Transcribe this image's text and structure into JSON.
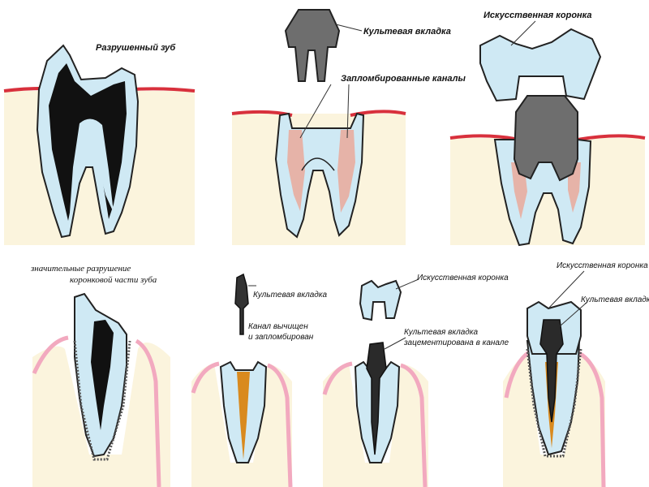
{
  "labels": {
    "destroyed_tooth": "Разрушенный зуб",
    "post_core_top": "Культевая вкладка",
    "filled_canals": "Запломбированные каналы",
    "crown_top": "Искусственная коронка",
    "major_damage_line1": "значительные разрушение",
    "major_damage_line2": "коронковой части зуба",
    "post_core_2": "Культевая вкладка",
    "canal_cleaned_line1": "Канал вычищен",
    "canal_cleaned_line2": "и запломбирован",
    "crown_3": "Искусственная коронка",
    "post_cemented_line1": "Культевая вкладка",
    "post_cemented_line2": "зацементирована в канале",
    "crown_4": "Искусственная коронка",
    "post_core_4": "Культевая вкладка"
  },
  "colors": {
    "enamel": "#cfe9f4",
    "dentin_cavity": "#111111",
    "gum_line": "#d8303c",
    "gum_soft": "#f2a9bf",
    "bone": "#fbf4dd",
    "filling": "#e6b3a8",
    "core": "#6e6e6e",
    "canal_filling": "#d98a1e"
  }
}
